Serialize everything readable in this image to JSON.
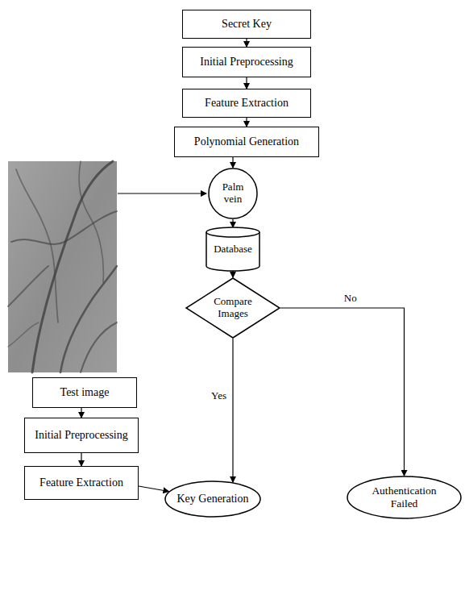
{
  "diagram": {
    "nodes": [
      {
        "text": [
          "Secret Key"
        ]
      },
      {
        "text": [
          "Initial Preprocessing"
        ]
      },
      {
        "text": [
          "Feature Extraction"
        ]
      },
      {
        "text": [
          "Polynomial Generation"
        ]
      },
      {
        "text": [
          "Palm vein"
        ]
      },
      {
        "text": [
          "Database"
        ]
      },
      {
        "text": [
          "Compare Images"
        ]
      },
      {
        "text": [
          "Test image"
        ]
      },
      {
        "text": [
          "Initial Preprocessing"
        ]
      },
      {
        "text": [
          "Feature Extraction"
        ]
      },
      {
        "text": [
          "Key Generation"
        ]
      },
      {
        "text": [
          "Authentication Failed"
        ]
      }
    ],
    "edges": [
      {
        "from": 0,
        "to": 1,
        "arrow": "to"
      },
      {
        "from": 1,
        "to": 2,
        "arrow": "to"
      },
      {
        "from": 2,
        "to": 3,
        "arrow": "to"
      },
      {
        "from": 3,
        "to": 4,
        "arrow": "to"
      },
      {
        "from": 4,
        "to": 5,
        "arrow": "to"
      },
      {
        "from": 5,
        "to": 6,
        "arrow": "to"
      },
      {
        "from": 6,
        "to": 11,
        "label": "No",
        "arrow": "to"
      },
      {
        "from": 6,
        "to": 10,
        "label": "Yes",
        "arrow": "to"
      },
      {
        "from": 7,
        "to": 8,
        "arrow": "to"
      },
      {
        "from": 8,
        "to": 9,
        "arrow": "to"
      },
      {
        "from": 9,
        "to": 10,
        "arrow": "to"
      }
    ]
  }
}
